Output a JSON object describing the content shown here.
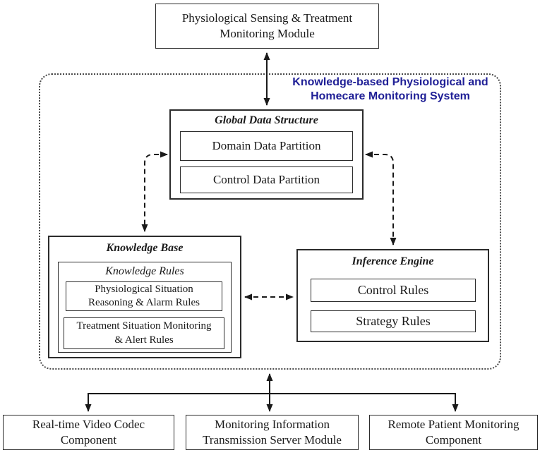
{
  "title_color": "#1f1f96",
  "top_module": {
    "label": "Physiological Sensing & Treatment Monitoring Module"
  },
  "system": {
    "title_line1": "Knowledge-based Physiological and",
    "title_line2": "Homecare Monitoring System"
  },
  "global_data_structure": {
    "title": "Global Data Structure",
    "items": [
      "Domain Data Partition",
      "Control Data Partition"
    ]
  },
  "knowledge_base": {
    "title": "Knowledge Base",
    "knowledge_rules": {
      "title": "Knowledge Rules",
      "items": [
        "Physiological Situation Reasoning & Alarm Rules",
        "Treatment Situation Monitoring & Alert Rules"
      ]
    }
  },
  "inference_engine": {
    "title": "Inference Engine",
    "items": [
      "Control Rules",
      "Strategy Rules"
    ]
  },
  "bottom_components": [
    "Real-time Video Codec Component",
    "Monitoring Information Transmission Server Module",
    "Remote Patient Monitoring Component"
  ]
}
